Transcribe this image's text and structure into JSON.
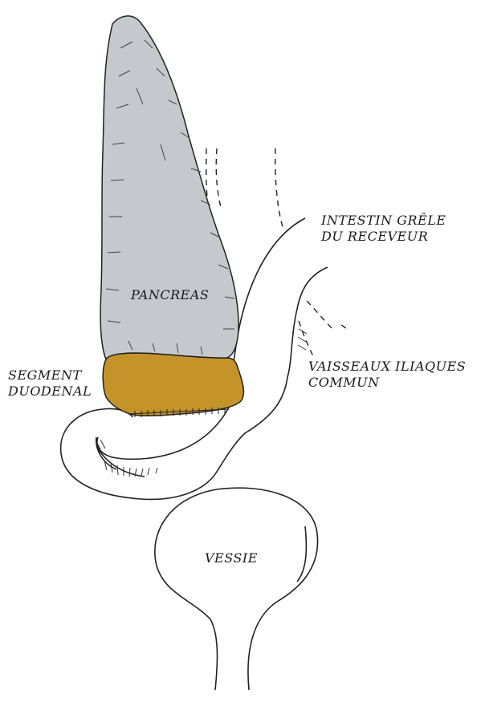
{
  "labels": {
    "pancreas": "PANCREAS",
    "intestin": [
      "INTESTIN GRÊLE",
      "DU RECEVEUR"
    ],
    "segment": [
      "SEGMENT",
      "DUODENAL"
    ],
    "vaisseaux": [
      "VAISSEAUX ILIAQUES",
      "COMMUN"
    ],
    "vessie": "VESSIE"
  },
  "colors": {
    "pancreas_fill": "#c5c8cd",
    "duodenum_fill": "#c4932a",
    "outline": "#222222"
  }
}
